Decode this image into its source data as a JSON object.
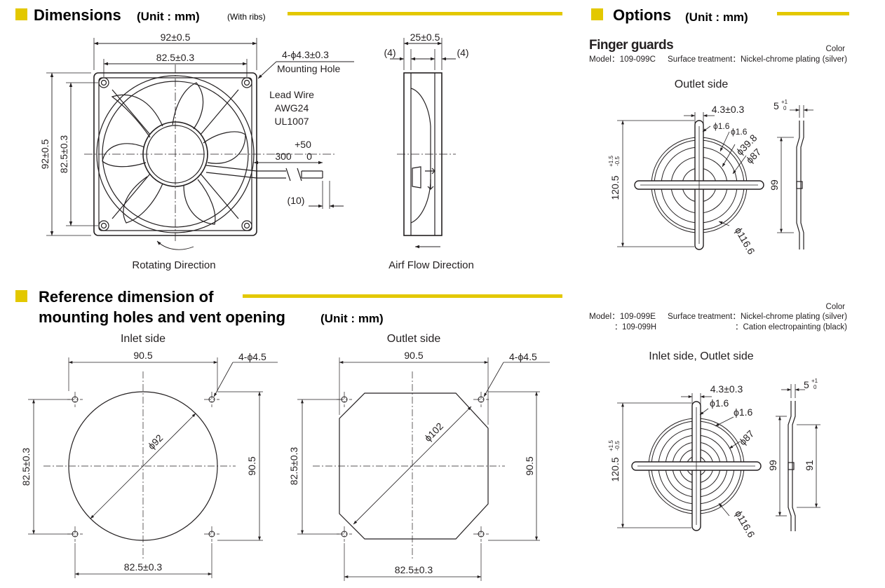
{
  "colors": {
    "accent": "#e3c800",
    "ink": "#231f20"
  },
  "dimensions": {
    "title": "Dimensions",
    "unit": "(Unit : mm)",
    "note": "(With ribs)",
    "front": {
      "width": "92±0.5",
      "pitch": "82.5±0.3",
      "height": "92±0.5",
      "pitch_v": "82.5±0.3",
      "holes": "4-ϕ4.3±0.3",
      "holes_label": "Mounting Hole",
      "lead_wire": [
        "Lead Wire",
        "AWG24",
        "UL1007"
      ],
      "wire_len": "300",
      "wire_tol_top": "+50",
      "wire_tol_bottom": "0",
      "strip": "(10)",
      "rotating": "Rotating Direction"
    },
    "side": {
      "depth": "25±0.5",
      "rib_left": "(4)",
      "rib_right": "(4)",
      "airflow": "Airf Flow Direction"
    }
  },
  "reference": {
    "title_line1": "Reference dimension of",
    "title_line2": "mounting holes and vent opening",
    "unit": "(Unit : mm)",
    "inlet": {
      "label": "Inlet side",
      "width": "90.5",
      "holes": "4-ϕ4.5",
      "diameter": "ϕ92",
      "pitch_v": "82.5±0.3",
      "height": "90.5",
      "pitch_h": "82.5±0.3"
    },
    "outlet": {
      "label": "Outlet side",
      "width": "90.5",
      "holes": "4-ϕ4.5",
      "diameter": "ϕ102",
      "pitch_v": "82.5±0.3",
      "height": "90.5",
      "pitch_h": "82.5±0.3"
    }
  },
  "options": {
    "title": "Options",
    "unit": "(Unit : mm)",
    "finger_guards": "Finger guards",
    "color_label": "Color",
    "guard1": {
      "model_line": "Model：109-099C",
      "surface_label": "Surface treatment：",
      "surface_value": "Nickel-chrome plating (silver)",
      "view_label": "Outlet side",
      "hole": "4.3±0.3",
      "d1": "ϕ1.6",
      "d2": "ϕ1.6",
      "d3": "ϕ39.8",
      "d4": "ϕ87",
      "d5": "ϕ116.6",
      "height": "120.5",
      "tol_top": "+1.5",
      "tol_bottom": "-0.5",
      "side_h": "99",
      "side_d": "5",
      "side_d_top": "+1",
      "side_d_bottom": "0"
    },
    "guard2": {
      "model_line1": "Model：109-099E",
      "model_line2": "：109-099H",
      "surface_label": "Surface treatment：",
      "surface_value1": "Nickel-chrome plating (silver)",
      "surface_value2": "：Cation electropainting (black)",
      "view_label": "Inlet side, Outlet side",
      "hole": "4.3±0.3",
      "d1": "ϕ1.6",
      "d2": "ϕ1.6",
      "d4": "ϕ87",
      "d5": "ϕ116.6",
      "height": "120.5",
      "tol_top": "+1.5",
      "tol_bottom": "-0.5",
      "side_h": "99",
      "side_h2": "91",
      "side_d": "5",
      "side_d_top": "+1",
      "side_d_bottom": "0"
    }
  }
}
